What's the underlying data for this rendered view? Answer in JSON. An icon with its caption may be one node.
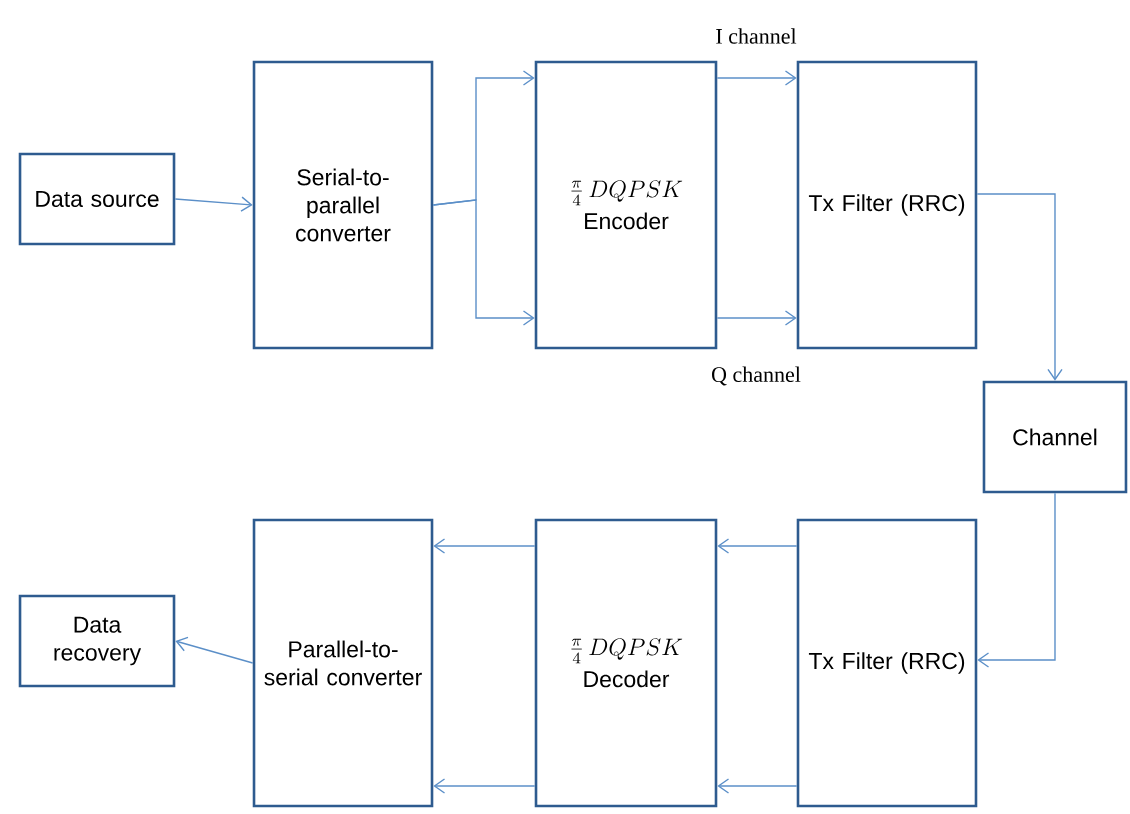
{
  "diagram": {
    "nodes": [
      {
        "text": [
          "Data source"
        ]
      },
      {
        "text": [
          "Serial-to-parallel converter"
        ]
      },
      {
        "text": [
          "\\frac{\\pi}{4}\\,DQPSK",
          "Encoder"
        ]
      },
      {
        "text": [
          "Tx Filter (RRC)"
        ]
      },
      {
        "text": [
          "Channel"
        ]
      },
      {
        "text": [
          "Tx Filter (RRC)"
        ]
      },
      {
        "text": [
          "\\frac{\\pi}{4}\\,DQPSK",
          "Decoder"
        ]
      },
      {
        "text": [
          "Parallel-to-serial converter"
        ]
      },
      {
        "text": [
          "Data recovery"
        ]
      }
    ],
    "edges": [
      {
        "from": 0,
        "to": 1,
        "arrow": "to"
      },
      {
        "from": 1,
        "to": 2,
        "arrow": "to"
      },
      {
        "from": 1,
        "to": 2,
        "arrow": "to"
      },
      {
        "from": 2,
        "to": 3,
        "arrow": "to",
        "label": "I channel"
      },
      {
        "from": 2,
        "to": 3,
        "arrow": "to",
        "label": "Q channel"
      },
      {
        "from": 3,
        "to": 4,
        "arrow": "to"
      },
      {
        "from": 4,
        "to": 5,
        "arrow": "to"
      },
      {
        "from": 5,
        "to": 6,
        "arrow": "to"
      },
      {
        "from": 5,
        "to": 6,
        "arrow": "to"
      },
      {
        "from": 6,
        "to": 7,
        "arrow": "to"
      },
      {
        "from": 6,
        "to": 7,
        "arrow": "to"
      },
      {
        "from": 7,
        "to": 8,
        "arrow": "to"
      }
    ]
  }
}
